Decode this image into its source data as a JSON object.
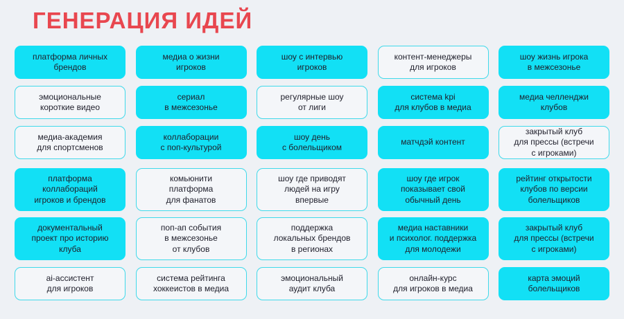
{
  "title": "ГЕНЕРАЦИЯ ИДЕЙ",
  "rows": [
    [
      {
        "text": "платформа личных\nбрендов",
        "style": "filled"
      },
      {
        "text": "медиа о жизни\nигроков",
        "style": "filled"
      },
      {
        "text": "шоу с интервью\nигроков",
        "style": "filled"
      },
      {
        "text": "контент-менеджеры\nдля игроков",
        "style": "outline"
      },
      {
        "text": "шоу жизнь игрока\nв межсезонье",
        "style": "filled"
      }
    ],
    [
      {
        "text": "эмоциональные\nкороткие видео",
        "style": "outline"
      },
      {
        "text": "сериал\nв межсезонье",
        "style": "filled"
      },
      {
        "text": "регулярные шоу\nот лиги",
        "style": "outline"
      },
      {
        "text": "система kpi\nдля клубов в медиа",
        "style": "filled"
      },
      {
        "text": "медиа челленджи\nклубов",
        "style": "filled"
      }
    ],
    [
      {
        "text": "медиа-академия\nдля спортсменов",
        "style": "outline"
      },
      {
        "text": "коллаборации\nс поп-культурой",
        "style": "filled"
      },
      {
        "text": "шоу день\nс болельщиком",
        "style": "filled"
      },
      {
        "text": "матчдэй контент",
        "style": "filled"
      },
      {
        "text": "закрытый клуб\nдля прессы (встречи\nс игроками)",
        "style": "outline"
      }
    ],
    [
      {
        "text": "платформа\nколлабораций\nигроков и брендов",
        "style": "filled"
      },
      {
        "text": "комьюнити\nплатформа\nдля фанатов",
        "style": "outline"
      },
      {
        "text": "шоу где приводят\nлюдей на игру\nвпервые",
        "style": "outline"
      },
      {
        "text": "шоу где игрок\nпоказывает свой\nобычный день",
        "style": "filled"
      },
      {
        "text": "рейтинг открытости\nклубов по версии\nболельщиков",
        "style": "filled"
      }
    ],
    [
      {
        "text": "документальный\nпроект про историю\nклуба",
        "style": "filled"
      },
      {
        "text": "поп-ап события\nв межсезонье\nот клубов",
        "style": "outline"
      },
      {
        "text": "поддержка\nлокальных брендов\nв регионах",
        "style": "outline"
      },
      {
        "text": "медиа наставники\nи психолог. поддержка\nдля молодежи",
        "style": "filled"
      },
      {
        "text": "закрытый клуб\nдля прессы (встречи\nс игроками)",
        "style": "filled"
      }
    ],
    [
      {
        "text": "ai-ассистент\nдля игроков",
        "style": "outline"
      },
      {
        "text": "система рейтинга\nхоккеистов в медиа",
        "style": "outline"
      },
      {
        "text": "эмоциональный\nаудит клуба",
        "style": "outline"
      },
      {
        "text": "онлайн-курс\nдля игроков в медиа",
        "style": "outline"
      },
      {
        "text": "карта эмоций\nболельщиков",
        "style": "filled"
      }
    ]
  ]
}
